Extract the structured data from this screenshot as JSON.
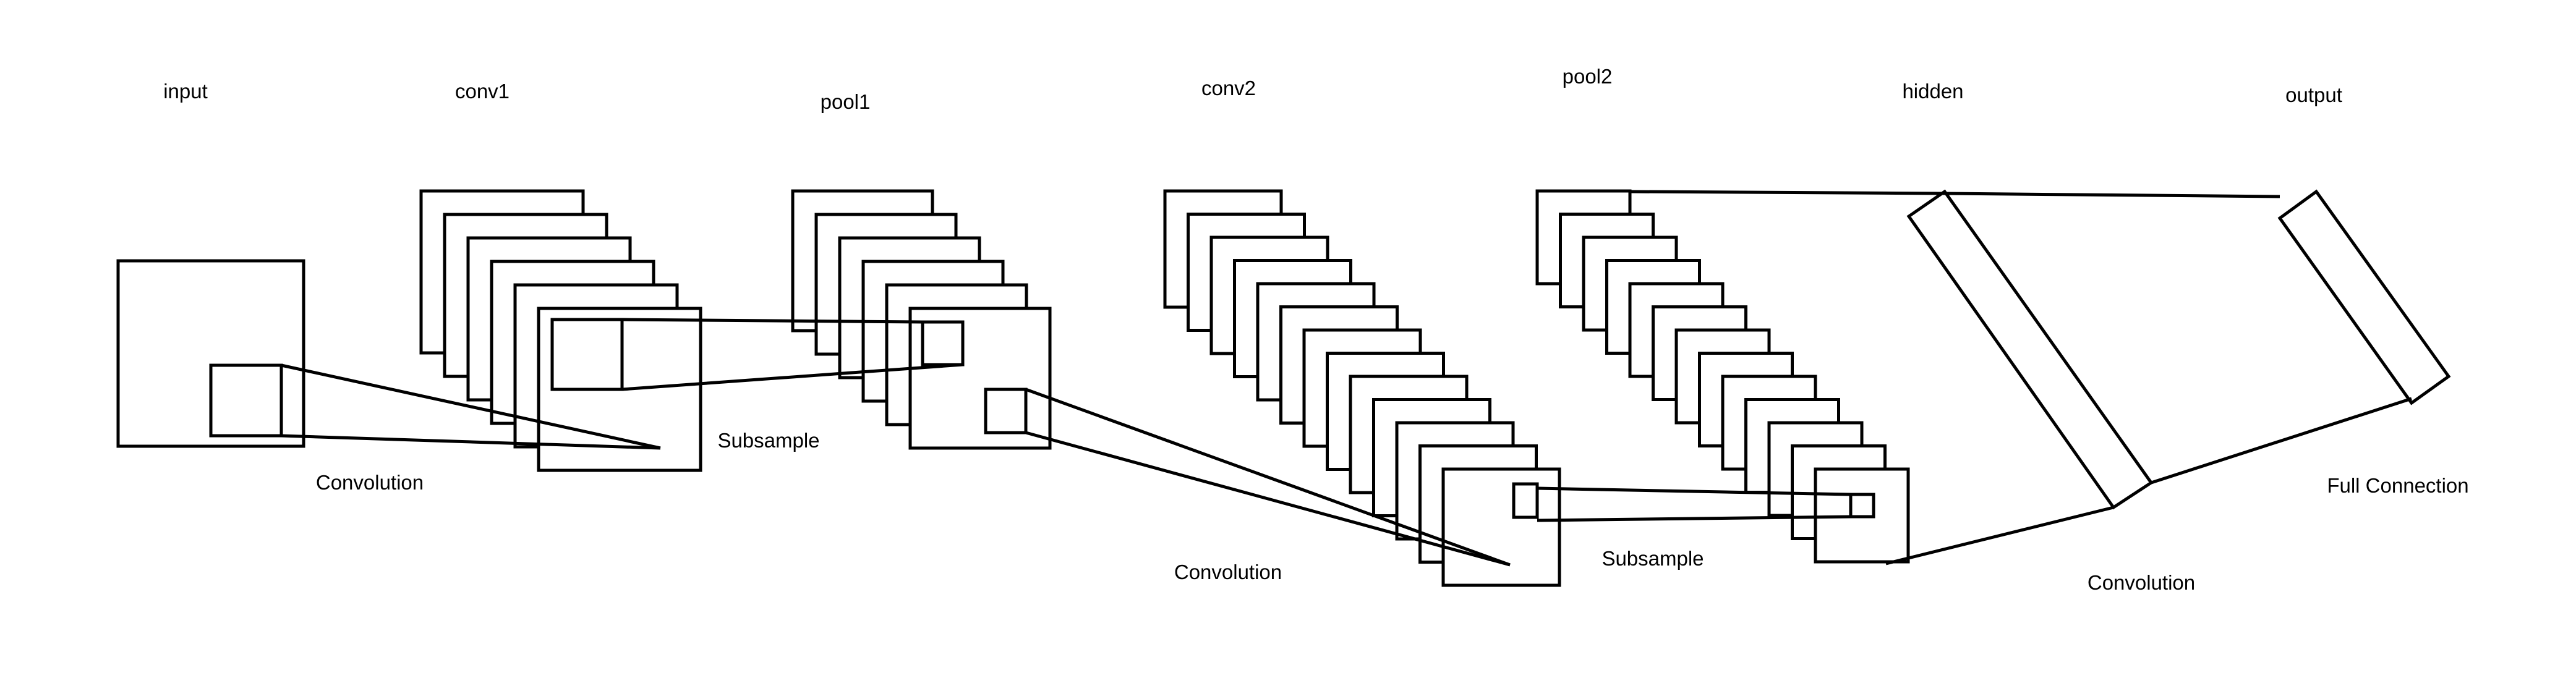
{
  "layer_labels": {
    "input": "input",
    "conv1": "conv1",
    "pool1": "pool1",
    "conv2": "conv2",
    "pool2": "pool2",
    "hidden": "hidden",
    "output": "output"
  },
  "operation_labels": {
    "convolution_1": "Convolution",
    "subsample_1": "Subsample",
    "convolution_2": "Convolution",
    "subsample_2": "Subsample",
    "convolution_3": "Convolution",
    "full_connection": "Full Connection"
  },
  "structure": {
    "conv1_map_count": 6,
    "pool1_map_count": 6,
    "conv2_map_count": 13,
    "pool2_map_count": 13
  }
}
